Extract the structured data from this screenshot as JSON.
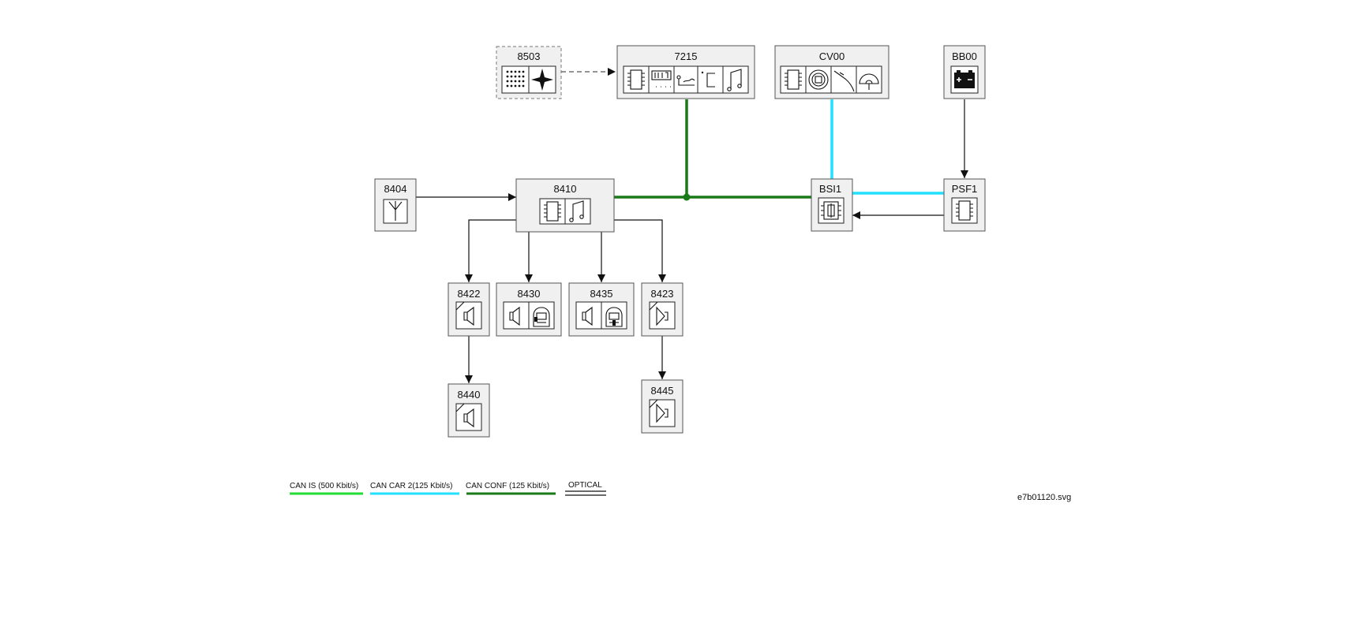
{
  "colors": {
    "can_is": "#22dd33",
    "can_car2": "#22e0ff",
    "can_conf": "#1a7a1a",
    "optical": "#111111",
    "box_fill": "#f0f0f0",
    "box_stroke": "#555555"
  },
  "nodes": {
    "n8503": {
      "label": "8503",
      "icons": [
        "keypad-icon",
        "compass-icon"
      ]
    },
    "n7215": {
      "label": "7215",
      "icons": [
        "ecu-chip-icon",
        "clock-display-icon",
        "key-icon",
        "bracket-icon",
        "music-note-icon"
      ]
    },
    "cv00": {
      "label": "CV00",
      "icons": [
        "ecu-chip-icon",
        "dial-icon",
        "stalk-icon",
        "steering-wheel-icon"
      ]
    },
    "bb00": {
      "label": "BB00",
      "icons": [
        "battery-icon"
      ]
    },
    "n8404": {
      "label": "8404",
      "icons": [
        "antenna-icon"
      ]
    },
    "n8410": {
      "label": "8410",
      "icons": [
        "ecu-chip-icon",
        "music-note-icon"
      ]
    },
    "bsi1": {
      "label": "BSI1",
      "icons": [
        "fuse-box-icon"
      ]
    },
    "psf1": {
      "label": "PSF1",
      "icons": [
        "ecu-chip-icon"
      ]
    },
    "n8422": {
      "label": "8422",
      "icons": [
        "speaker-icon"
      ]
    },
    "n8430": {
      "label": "8430",
      "icons": [
        "speaker-icon",
        "car-front-icon"
      ]
    },
    "n8435": {
      "label": "8435",
      "icons": [
        "speaker-icon",
        "car-rear-icon"
      ]
    },
    "n8423": {
      "label": "8423",
      "icons": [
        "tweeter-icon"
      ]
    },
    "n8440": {
      "label": "8440",
      "icons": [
        "speaker-icon"
      ]
    },
    "n8445": {
      "label": "8445",
      "icons": [
        "tweeter-icon"
      ]
    }
  },
  "connections": [
    {
      "from": "8503",
      "to": "7215",
      "kind": "dashed"
    },
    {
      "from": "7215",
      "to": "8410",
      "kind": "CAN CONF"
    },
    {
      "from": "8410",
      "to": "BSI1",
      "kind": "CAN CONF"
    },
    {
      "from": "CV00",
      "to": "BSI1",
      "kind": "CAN CAR 2"
    },
    {
      "from": "BSI1",
      "to": "PSF1",
      "kind": "CAN CAR 2"
    },
    {
      "from": "BB00",
      "to": "PSF1",
      "kind": "wire"
    },
    {
      "from": "PSF1",
      "to": "BSI1",
      "kind": "wire"
    },
    {
      "from": "8404",
      "to": "8410",
      "kind": "wire"
    },
    {
      "from": "8410",
      "to": "8422",
      "kind": "wire"
    },
    {
      "from": "8410",
      "to": "8430",
      "kind": "wire"
    },
    {
      "from": "8410",
      "to": "8435",
      "kind": "wire"
    },
    {
      "from": "8410",
      "to": "8423",
      "kind": "wire"
    },
    {
      "from": "8422",
      "to": "8440",
      "kind": "wire"
    },
    {
      "from": "8423",
      "to": "8445",
      "kind": "wire"
    }
  ],
  "legend": {
    "can_is": "CAN IS (500 Kbit/s)",
    "can_car2": "CAN CAR 2(125 Kbit/s)",
    "can_conf": "CAN CONF (125 Kbit/s)",
    "optical": "OPTICAL"
  },
  "filename": "e7b01120.svg"
}
